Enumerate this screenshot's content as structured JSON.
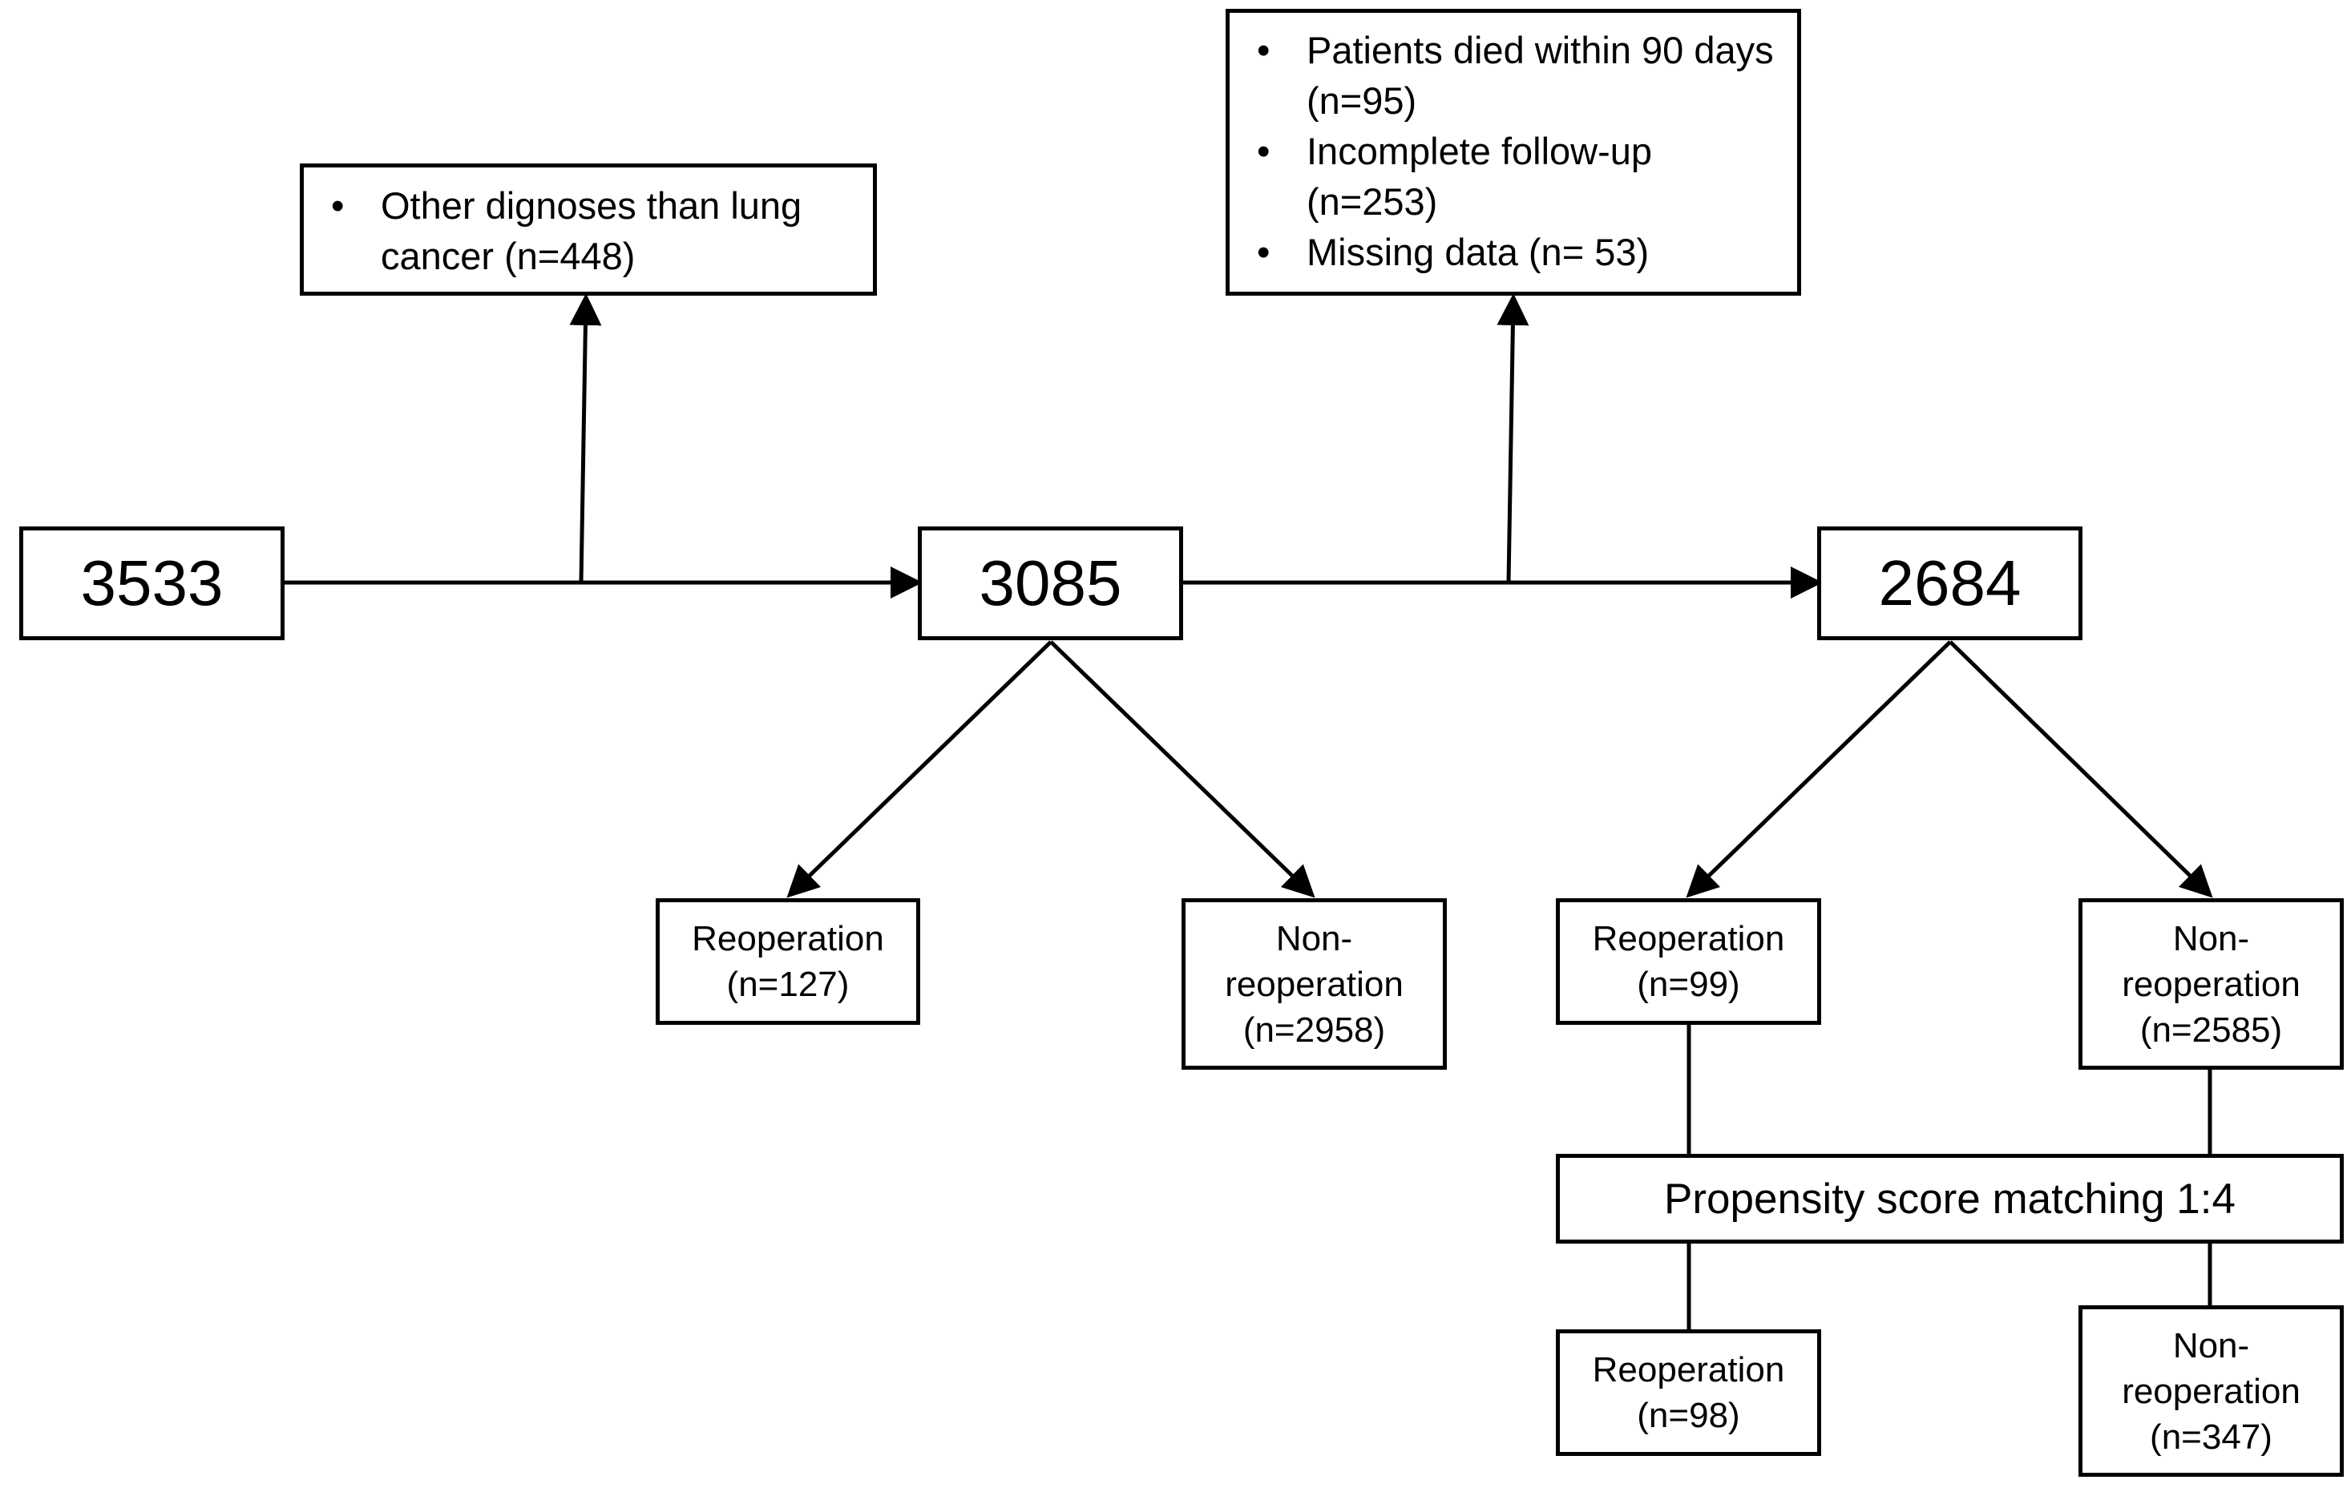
{
  "flow": {
    "total": "3533",
    "after_diagnosis_exclusion": "3085",
    "after_followup_exclusion": "2684"
  },
  "exclusion_diagnosis": {
    "items": [
      "Other dignoses than lung cancer (n=448)"
    ]
  },
  "exclusion_followup": {
    "items": [
      "Patients died within 90 days (n=95)",
      "Incomplete follow-up (n=253)",
      "Missing data (n= 53)"
    ]
  },
  "cohort_3085": {
    "reoperation": {
      "label": "Reoperation",
      "n": "(n=127)"
    },
    "non_reoperation": {
      "label_line1": "Non-",
      "label_line2": "reoperation",
      "n": "(n=2958)"
    }
  },
  "cohort_2684": {
    "reoperation": {
      "label": "Reoperation",
      "n": "(n=99)"
    },
    "non_reoperation": {
      "label_line1": "Non-",
      "label_line2": "reoperation",
      "n": "(n=2585)"
    }
  },
  "matching": {
    "label": "Propensity score matching 1:4"
  },
  "matched": {
    "reoperation": {
      "label": "Reoperation",
      "n": "(n=98)"
    },
    "non_reoperation": {
      "label_line1": "Non-",
      "label_line2": "reoperation",
      "n": "(n=347)"
    }
  }
}
